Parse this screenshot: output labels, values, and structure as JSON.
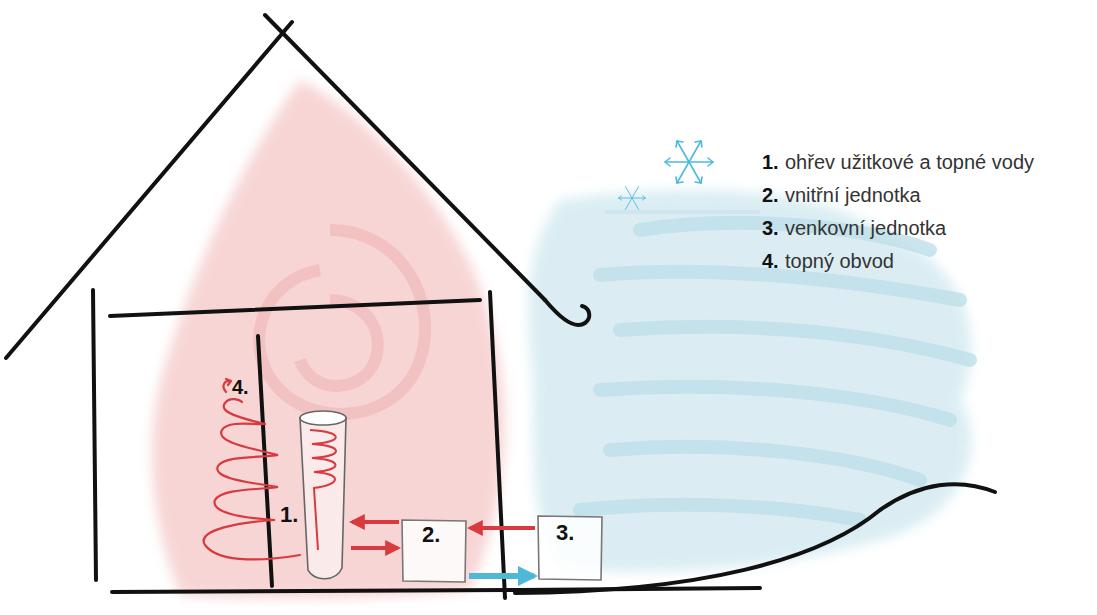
{
  "diagram": {
    "nodes": [
      {
        "text": [
          "1."
        ]
      },
      {
        "text": [
          "2."
        ]
      },
      {
        "text": [
          "3."
        ]
      }
    ],
    "edges": [
      {
        "from": 2,
        "to": 1,
        "arrow": "to"
      },
      {
        "from": 1,
        "to": 0,
        "arrow": "to"
      },
      {
        "from": 0,
        "to": 1,
        "arrow": "to"
      },
      {
        "from": 1,
        "to": 2,
        "arrow": "to"
      }
    ],
    "labels": [
      "4.",
      "1.",
      "ohřev užitkové a topné vody",
      "2.",
      "vnitřní jednotka",
      "3.",
      "venkovní jednotka",
      "4.",
      "topný obvod"
    ]
  }
}
